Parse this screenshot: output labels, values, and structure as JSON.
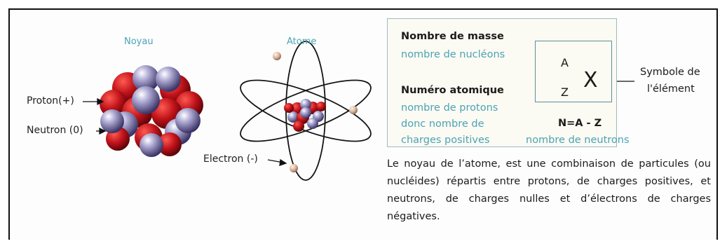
{
  "nucleus_caption": "Noyau",
  "atom_caption": "Atome",
  "labels": {
    "proton": "Proton(+)",
    "neutron": "Neutron (0)",
    "electron": "Electron (-)"
  },
  "panel": {
    "mass_title": "Nombre de masse",
    "mass_sub": "nombre de nucléons",
    "atomic_title": "Numéro atomique",
    "atomic_sub1": "nombre de protons",
    "atomic_sub2": "donc nombre de",
    "atomic_sub3": "charges positives",
    "symbol_a": "A",
    "symbol_z": "Z",
    "symbol_x": "X",
    "symbol_label_1": "Symbole de",
    "symbol_label_2": "l'élément",
    "formula": "N=A - Z",
    "formula_sub": "nombre de neutrons"
  },
  "description": "Le noyau de l’atome, est une combinaison de particules (ou nucléides) répartis entre protons, de charges positives, et neutrons, de charges nulles et d’électrons de charges négatives.",
  "colors": {
    "proton": "#c0121a",
    "neutron": "#7a72a8",
    "electron": "#d9b39a",
    "caption": "#4ba3b5"
  }
}
